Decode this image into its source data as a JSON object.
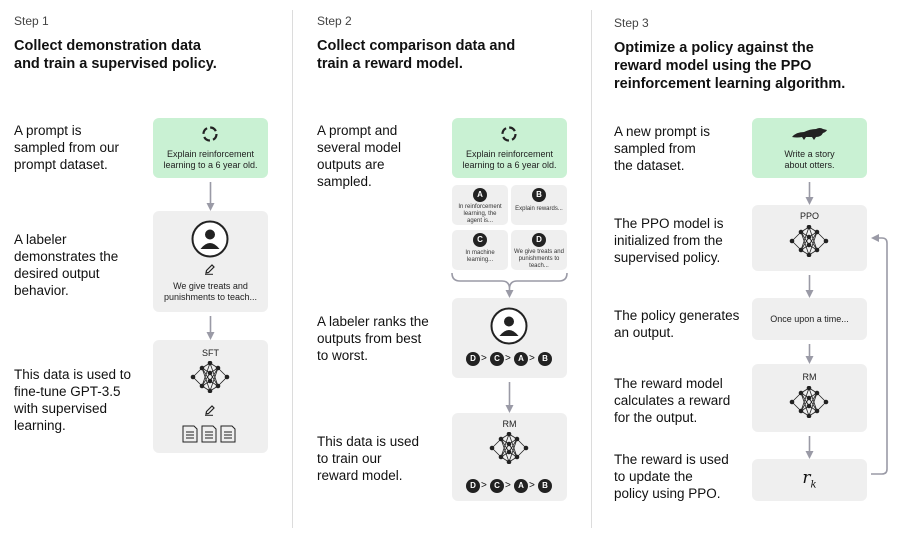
{
  "steps": [
    {
      "label": "Step 1",
      "title": [
        "Collect demonstration data",
        "and train a supervised policy."
      ],
      "descriptions": [
        [
          "A prompt is",
          "sampled from our",
          "prompt dataset."
        ],
        [
          "A labeler",
          "demonstrates the",
          "desired output",
          "behavior."
        ],
        [
          "This data is used to",
          "fine-tune GPT-3.5",
          "with supervised",
          "learning."
        ]
      ],
      "prompt_text": [
        "Explain reinforcement",
        "learning to a 6 year old."
      ],
      "demo_text": [
        "We give treats and",
        "punishments to teach..."
      ],
      "model_label": "SFT"
    },
    {
      "label": "Step 2",
      "title": [
        "Collect comparison data and",
        "train a reward model."
      ],
      "descriptions": [
        [
          "A prompt and",
          "several model",
          "outputs are",
          "sampled."
        ],
        [
          "A labeler ranks the",
          "outputs from best",
          "to worst."
        ],
        [
          "This data is used",
          "to train our",
          "reward model."
        ]
      ],
      "prompt_text": [
        "Explain reinforcement",
        "learning to a 6 year old."
      ],
      "outputs": [
        {
          "letter": "A",
          "text": [
            "In reinforcement",
            "learning, the",
            "agent is..."
          ]
        },
        {
          "letter": "B",
          "text": [
            "Explain rewards..."
          ]
        },
        {
          "letter": "C",
          "text": [
            "In machine",
            "learning..."
          ]
        },
        {
          "letter": "D",
          "text": [
            "We give treats and",
            "punishments to",
            "teach..."
          ]
        }
      ],
      "ranking": [
        "D",
        "C",
        "A",
        "B"
      ],
      "ranking_symbol": ">",
      "model_label": "RM"
    },
    {
      "label": "Step 3",
      "title": [
        "Optimize a policy against the",
        "reward model using the PPO",
        "reinforcement learning algorithm."
      ],
      "descriptions": [
        [
          "A new prompt is",
          "sampled from",
          "the dataset."
        ],
        [
          "The PPO model is",
          "initialized from the",
          "supervised policy."
        ],
        [
          "The policy generates",
          "an output."
        ],
        [
          "The reward model",
          "calculates a reward",
          "for the output."
        ],
        [
          "The reward is used",
          "to update the",
          "policy using PPO."
        ]
      ],
      "prompt_text": [
        "Write a story",
        "about otters."
      ],
      "ppo_label": "PPO",
      "output_text": "Once upon a time...",
      "rm_label": "RM",
      "reward_symbol": "r",
      "reward_subscript": "k"
    }
  ],
  "colors": {
    "prompt_card": "#c9f1d3",
    "card": "#efefef",
    "arrow": "#9a9aa6",
    "icon": "#222222"
  },
  "icons": {
    "cycle": "recycle-cycle-icon",
    "person": "person-icon",
    "pencil": "pencil-icon",
    "documents": "document-icon",
    "network": "neural-network-icon",
    "otter": "otter-icon"
  }
}
